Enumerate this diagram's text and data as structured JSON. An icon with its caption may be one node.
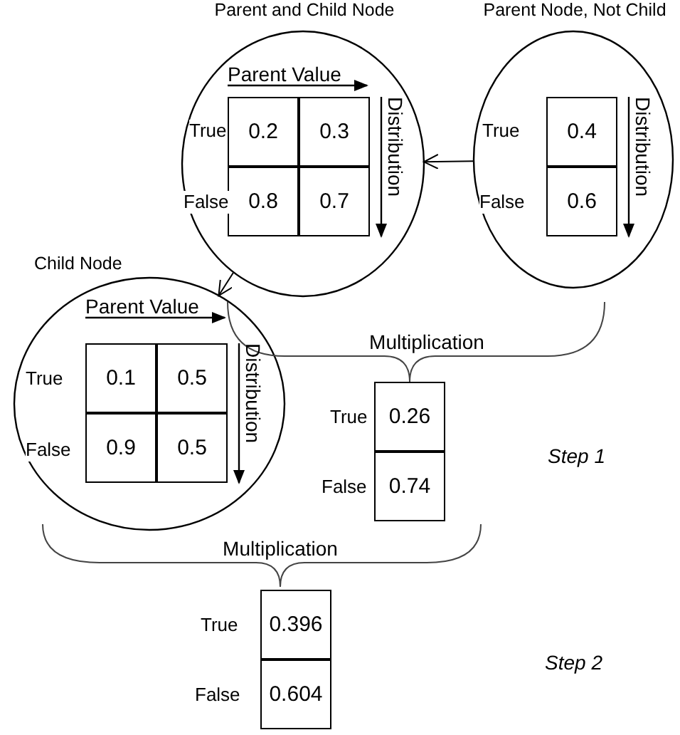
{
  "diagram": {
    "nodes": [
      {
        "text": [
          "Parent and Child Node"
        ]
      },
      {
        "text": [
          "0.2"
        ],
        "in": 0
      },
      {
        "text": [
          "0.3"
        ],
        "in": 0
      },
      {
        "text": [
          "0.8"
        ],
        "in": 0
      },
      {
        "text": [
          "0.7"
        ],
        "in": 0
      },
      {
        "text": [
          "Parent Node, Not Child"
        ]
      },
      {
        "text": [
          "0.4"
        ],
        "in": 5
      },
      {
        "text": [
          "0.6"
        ],
        "in": 5
      },
      {
        "text": [
          "Child Node"
        ]
      },
      {
        "text": [
          "0.1"
        ],
        "in": 8
      },
      {
        "text": [
          "0.5"
        ],
        "in": 8
      },
      {
        "text": [
          "0.9"
        ],
        "in": 8
      },
      {
        "text": [
          "0.5"
        ],
        "in": 8
      },
      {
        "text": [
          "0.26"
        ]
      },
      {
        "text": [
          "0.74"
        ]
      },
      {
        "text": [
          "0.396"
        ]
      },
      {
        "text": [
          "0.604"
        ]
      }
    ],
    "edges": [
      {
        "from": 5,
        "to": 0,
        "arrow": "to"
      },
      {
        "from": 0,
        "to": 8,
        "arrow": "to"
      }
    ],
    "labels": [
      "Parent Value",
      "True",
      "False",
      "Distribution",
      "True",
      "False",
      "Distribution",
      "Multiplication",
      "Parent Value",
      "True",
      "False",
      "Distribution",
      "True",
      "False",
      "Step 1",
      "Multiplication",
      "True",
      "False",
      "Step 2"
    ]
  }
}
